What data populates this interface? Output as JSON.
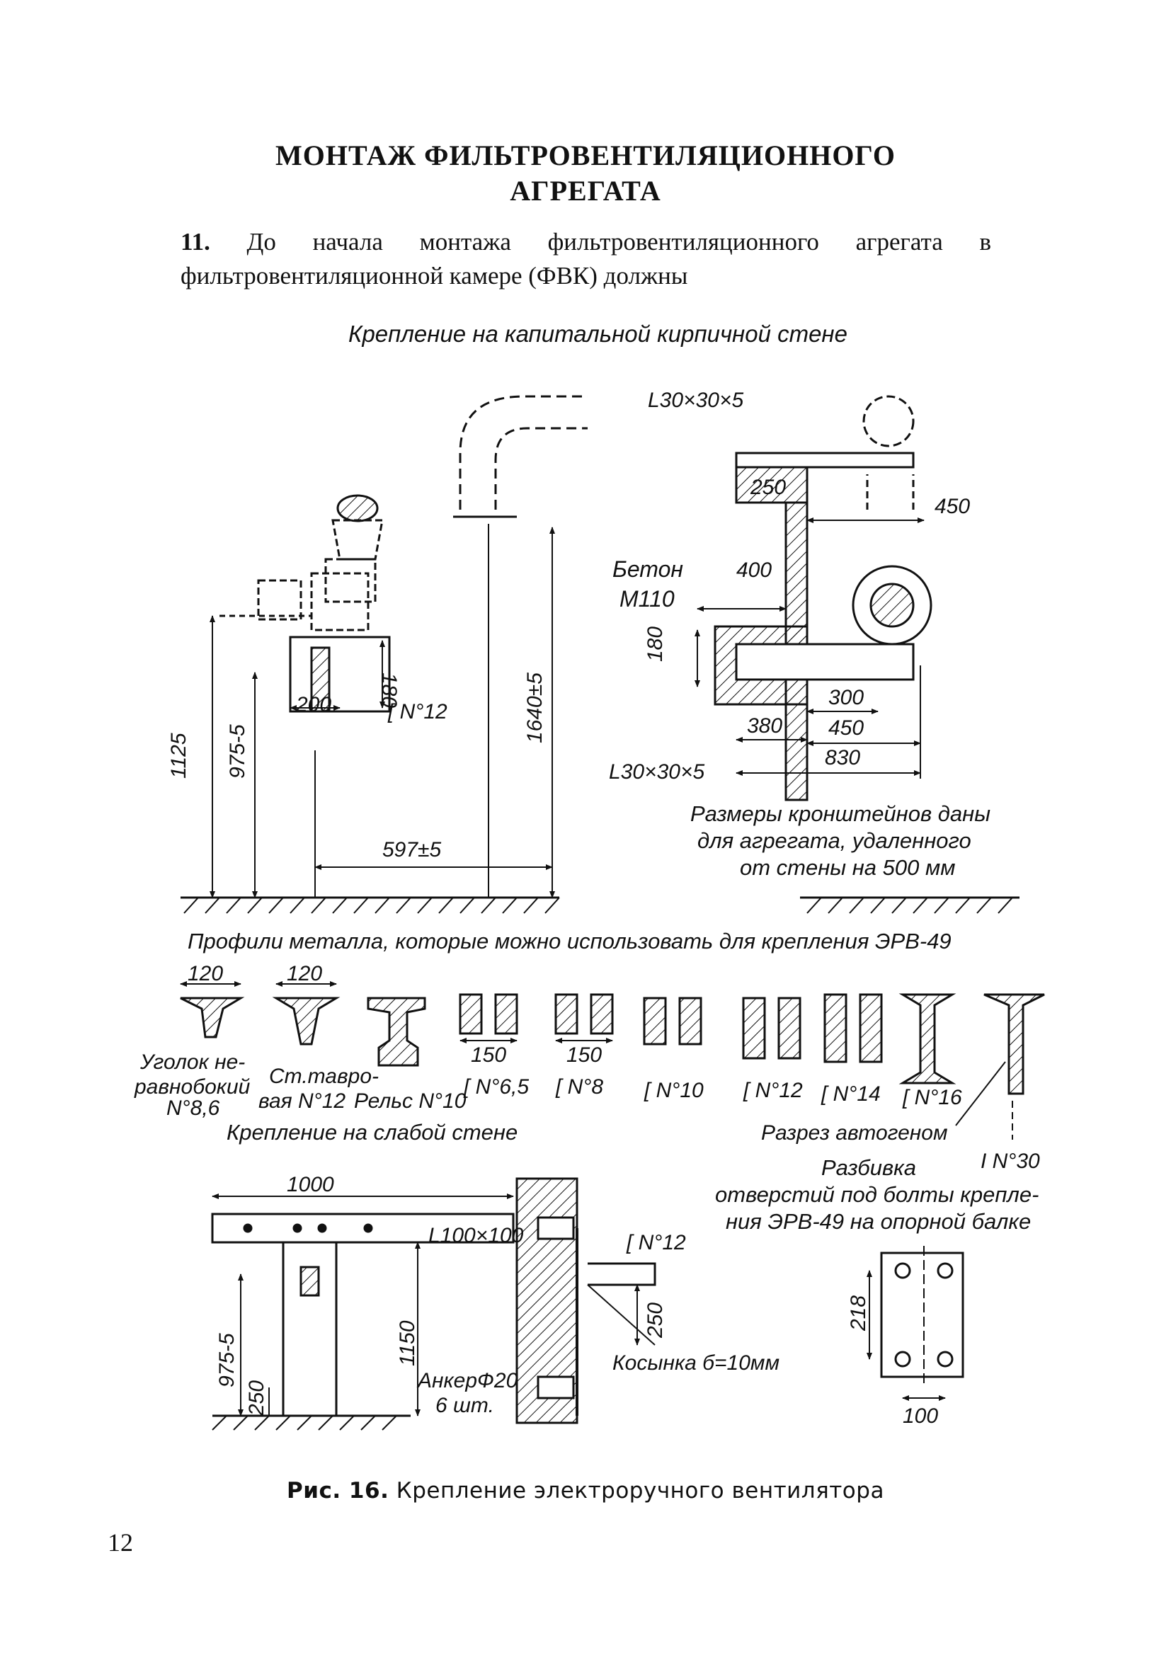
{
  "title_line1": "МОНТАЖ ФИЛЬТРОВЕНТИЛЯЦИОННОГО",
  "title_line2": "АГРЕГАТА",
  "intro_number": "11.",
  "intro_text": " До начала монтажа фильтровентиляционного агрегата в фильтровентиляционной камере (ФВК) должны",
  "figure": {
    "heading_capital_wall": "Крепление на капитальной кирпичной стене",
    "heading_profiles": "Профили металла, которые можно использовать для крепления ЭРВ-49",
    "heading_weak_wall": "Крепление на слабой стене",
    "bracket_note_line1": "Размеры кронштейнов даны",
    "bracket_note_line2": "для агрегата, удаленного",
    "bracket_note_line3": "от стены на 500 мм",
    "drilling_note_line1": "Разбивка",
    "drilling_note_line2": "отверстий под болты крепле-",
    "drilling_note_line3": "ния ЭРВ-49 на опорной балке",
    "autogen_cut": "Разрез автогеном",
    "beton_line1": "Бетон",
    "beton_line2": "М110",
    "anchor_line1": "АнкерФ20",
    "anchor_line2": "6 шт.",
    "gusset": "Косынка  б=10мм",
    "dims": {
      "d1125": "1125",
      "d975a": "975-5",
      "d200": "200",
      "d180a": "180",
      "cn12a": "[ N°12",
      "d1640": "1640±5",
      "d597": "597±5",
      "l30a": "L30×30×5",
      "d250a": "250",
      "d450a": "450",
      "d400": "400",
      "d180b": "180",
      "d300": "300",
      "d380": "380",
      "d450b": "450",
      "d830": "830",
      "l30b": "L30×30×5",
      "d120a": "120",
      "d120b": "120",
      "d150a": "150",
      "d150b": "150",
      "d1000": "1000",
      "l100": "L100×100",
      "d975b": "975-5",
      "d250b": "250",
      "d1150": "1150",
      "cn12b": "[ N°12",
      "d250c": "250",
      "d218": "218",
      "d100": "100"
    },
    "profiles": [
      "Уголок не-",
      "равнобокий",
      "N°8,6",
      "Ст.тавро-",
      "вая N°12",
      "Рельс N°10",
      "[ N°6,5",
      "[ N°8",
      "[ N°10",
      "[ N°12",
      "[ N°14",
      "[ N°16",
      "I N°30"
    ]
  },
  "caption_label": "Рис. 16.",
  "caption_text": " Крепление электроручного вентилятора",
  "page_number": "12"
}
